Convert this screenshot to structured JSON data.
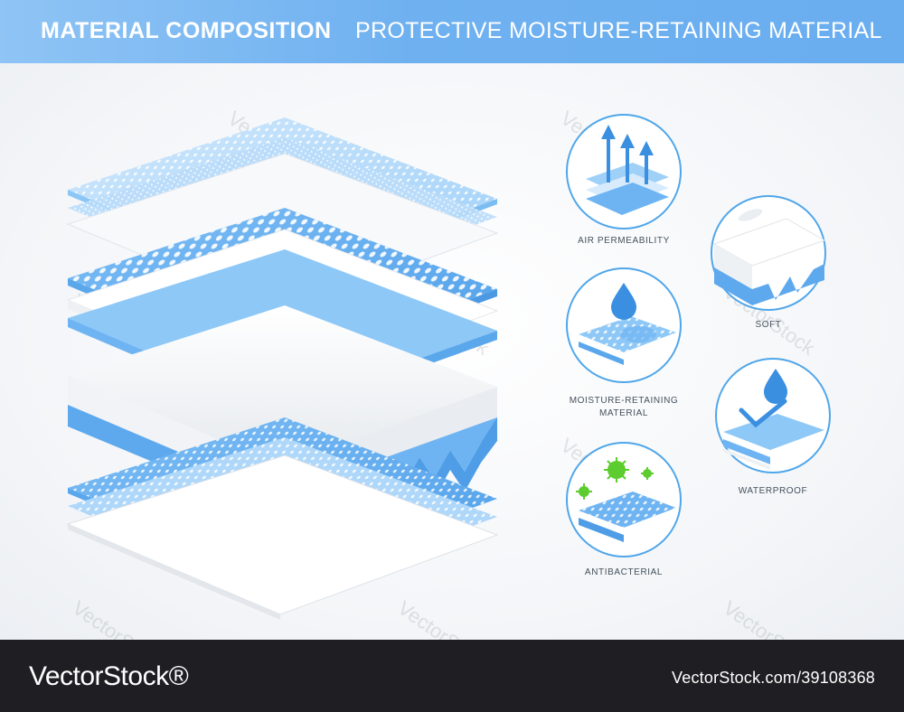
{
  "header": {
    "title": "MATERIAL COMPOSITION",
    "subtitle": "PROTECTIVE MOISTURE-RETAINING MATERIAL"
  },
  "badges": {
    "air": "AIR PERMEABILITY",
    "soft": "SOFT",
    "moisture_line1": "MOISTURE-RETAINING",
    "moisture_line2": "MATERIAL",
    "waterproof": "WATERPROOF",
    "antibacterial": "ANTIBACTERIAL"
  },
  "watermark": "VectorStock",
  "footer": {
    "logo": "VectorStock®",
    "url": "VectorStock.com/39108368"
  },
  "colors": {
    "header_start": "#8fc4f5",
    "header_end": "#6aaef0",
    "layer_blue": "#6fb4f2",
    "layer_light": "#bfe0fb",
    "circle_stroke": "#4fa6ea",
    "virus_green": "#5ccc2e",
    "footer_bg": "#1f1f23"
  },
  "icons": [
    "arrow-up-icon",
    "feather-icon",
    "water-drop-icon",
    "checkmark-icon",
    "virus-icon"
  ]
}
